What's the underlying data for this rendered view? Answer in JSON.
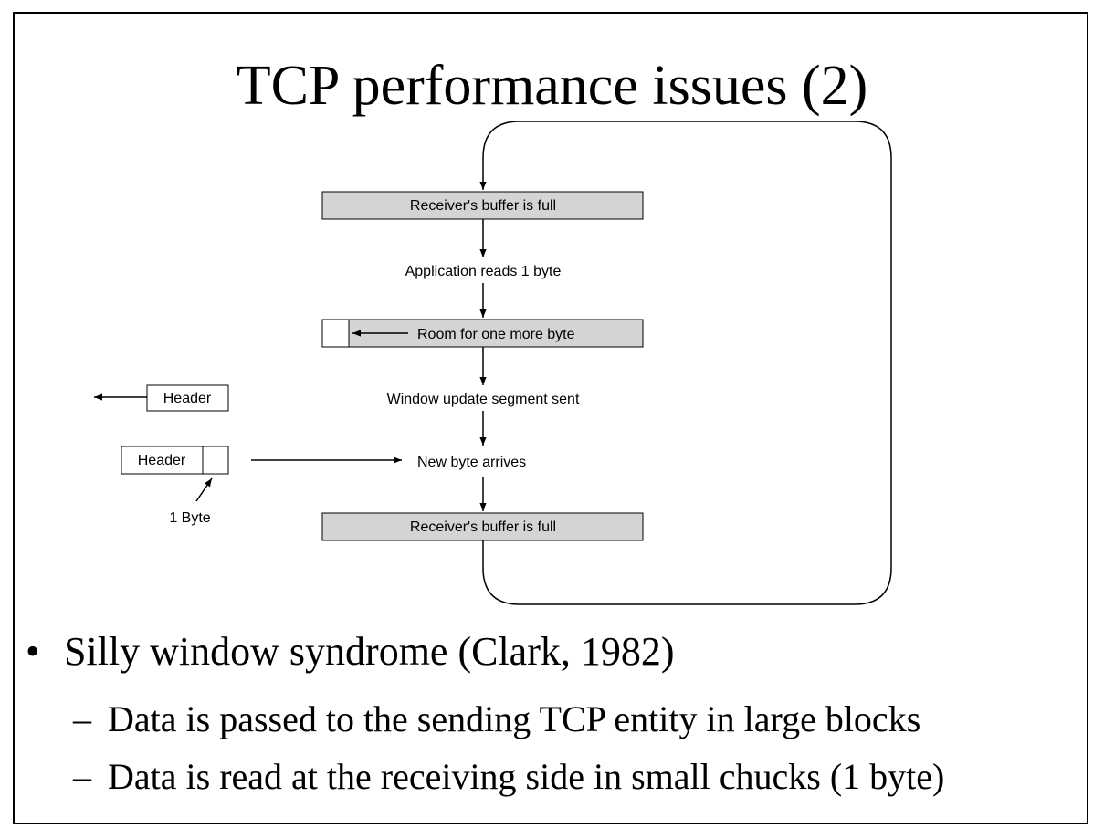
{
  "title": "TCP performance issues (2)",
  "diagram": {
    "box_fill": "#d4d4d4",
    "buffer_full_top": "Receiver's buffer is full",
    "app_reads": "Application reads 1 byte",
    "room_one_more": "Room for one more byte",
    "window_update": "Window update segment sent",
    "new_byte": "New byte arrives",
    "buffer_full_bottom": "Receiver's buffer is full",
    "header_out": "Header",
    "header_in": "Header",
    "one_byte": "1 Byte"
  },
  "bullets": {
    "main": "Silly window syndrome (Clark, 1982)",
    "sub": [
      "Data is passed to the sending TCP entity in large blocks",
      "Data is read at the receiving side in small chucks (1 byte)"
    ]
  }
}
